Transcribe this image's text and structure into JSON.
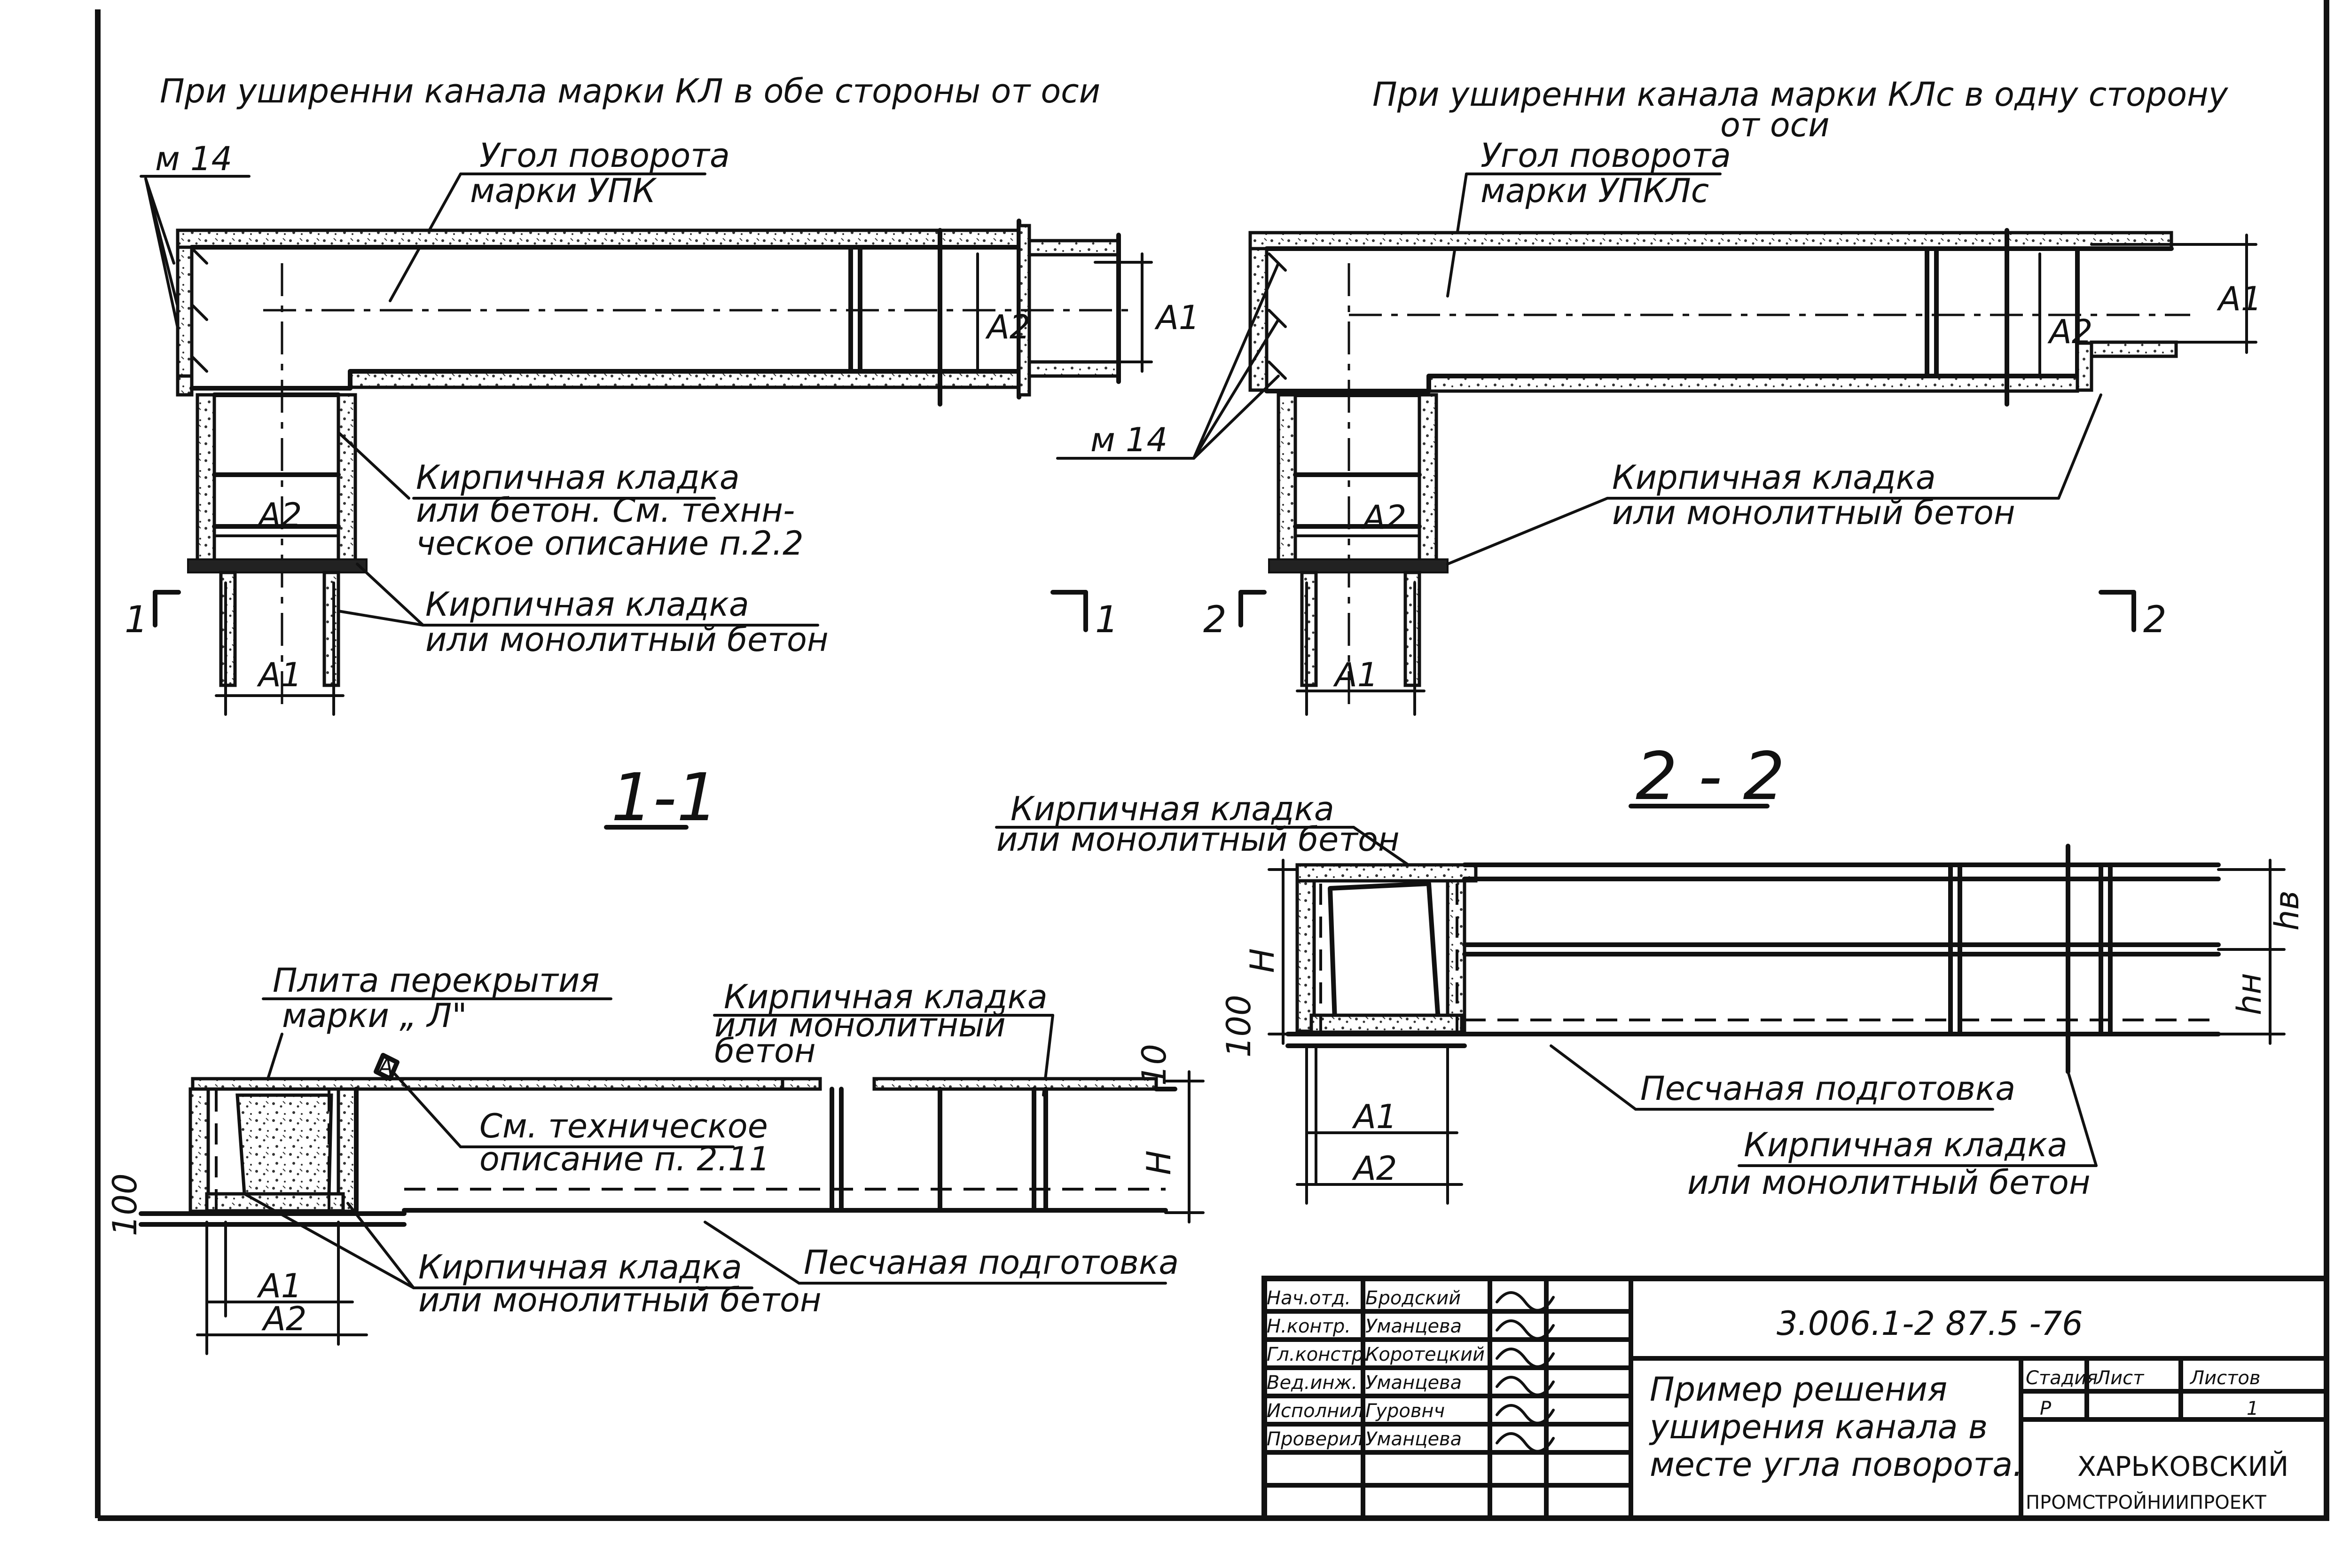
{
  "plan_left": {
    "title": "При уширенни канала марки КЛ в обе стороны от оси",
    "marker_m14": "м 14",
    "corner_label_1": "Угол поворота",
    "corner_label_2": "марки УПК",
    "brick_a_1": "Кирпичная кладка",
    "brick_a_2": "или бетон. См. технн-",
    "brick_a_3": "ческое описание п.2.2",
    "brick_b_1": "Кирпичная кладка",
    "brick_b_2": "или монолитный бетон",
    "dim_a1_right": "A1",
    "dim_a2_right": "A2",
    "dim_a2_branch": "A2",
    "dim_a1_bottom": "A1",
    "section_mark_left": "1",
    "section_mark_right": "1"
  },
  "plan_right": {
    "title_1": "При уширенни канала марки КЛс в одну сторону",
    "title_2": "от оси",
    "corner_label_1": "Угол поворота",
    "corner_label_2": "марки УПКЛс",
    "marker_m14": "м 14",
    "brick_1": "Кирпичная кладка",
    "brick_2": "или монолитный бетон",
    "dim_a1_right": "A1",
    "dim_a2_right": "A2",
    "dim_a2_branch": "A2",
    "dim_a1_bottom": "A1",
    "section_mark_left": "2",
    "section_mark_right": "2"
  },
  "section_1": {
    "title": "1-1",
    "slab_1": "Плита перекрытия",
    "slab_2": "марки „ Л\"",
    "slab_tag": "А",
    "brick_top_1": "Кирпичная кладка",
    "brick_top_2": "или монолитный",
    "brick_top_3": "бетон",
    "note_1": "См. техническое",
    "note_2": "описание п. 2.11",
    "brick_bottom_1": "Кирпичная кладка",
    "brick_bottom_2": "или монолитный бетон",
    "sand": "Песчаная подготовка",
    "dim_100": "100",
    "dim_10": "10",
    "dim_h": "H",
    "dim_a1": "A1",
    "dim_a2": "A2"
  },
  "section_2": {
    "title": "2 - 2",
    "brick_top_1": "Кирпичная кладка",
    "brick_top_2": "или монолитный бетон",
    "sand": "Песчаная подготовка",
    "brick_bottom_1": "Кирпичная кладка",
    "brick_bottom_2": "или монолитный бетон",
    "dim_100": "100",
    "dim_h": "H",
    "dim_hb": "hв",
    "dim_hn": "hн",
    "dim_a1": "A1",
    "dim_a2": "A2"
  },
  "title_block": {
    "roles": [
      "Нач.отд.",
      "Н.контр.",
      "Гл.констр.",
      "Вед.инж.",
      "Исполнил",
      "Проверил"
    ],
    "names": [
      "Бродский",
      "Уманцева",
      "Коротецкий",
      "Уманцева",
      "Гуровнч",
      "Уманцева"
    ],
    "code": "3.006.1-2 87.5 -76",
    "description_1": "Пример решения",
    "description_2": "уширения канала в",
    "description_3": "месте угла поворота.",
    "stage_header": "Стадия",
    "sheet_header": "Лист",
    "sheets_header": "Листов",
    "stage_value": "Р",
    "sheet_value": "1",
    "org_1": "ХАРЬКОВСКИЙ",
    "org_2": "ПРОМСТРОЙНИИПРОЕКТ"
  }
}
